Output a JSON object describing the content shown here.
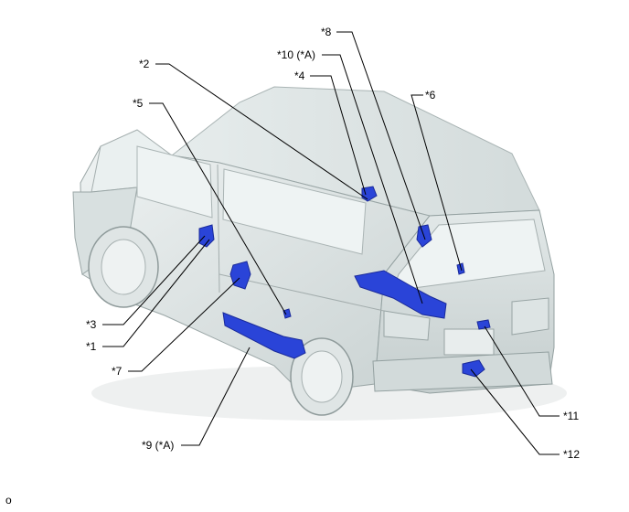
{
  "callouts": {
    "c1": "*1",
    "c2": "*2",
    "c3": "*3",
    "c4": "*4",
    "c5": "*5",
    "c6": "*6",
    "c7": "*7",
    "c8": "*8",
    "c9": "*9 (*A)",
    "c10": "*10 (*A)",
    "c11": "*11",
    "c12": "*12"
  },
  "corner_mark": "o",
  "colors": {
    "body_light": "#dfe6e6",
    "body_mid": "#c3cdcd",
    "body_edge": "#9aa6a6",
    "glass": "#e9eeee",
    "component_blue": "#2a44d8",
    "component_dark": "#1a2a9a",
    "leader_line": "#000000"
  }
}
